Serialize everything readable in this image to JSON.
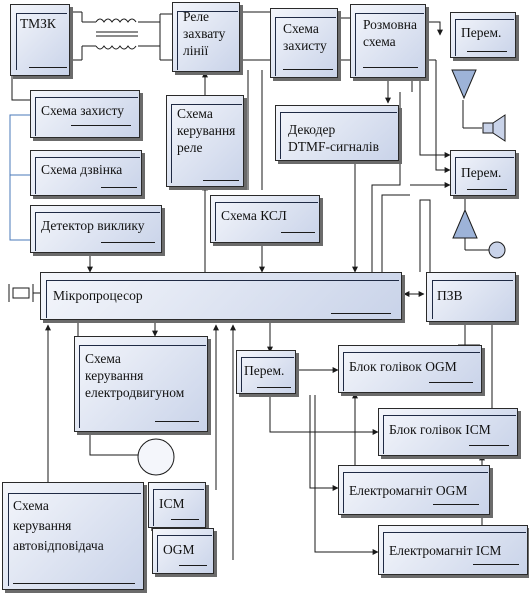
{
  "colors": {
    "line": "#1a1a1a",
    "accent": "#4a78b8",
    "block_light": "#f4f6fb",
    "block_dark": "#c9d3e9"
  },
  "blocks": {
    "tmzk": "ТМЗК",
    "rele": "Реле\nзахвату\nлінії",
    "skhema_zakhystu_top": "Схема\nзахисту",
    "rozmovna": "Розмовна\nсхема",
    "perem_top1": "Перем.",
    "skhema_zakhystu_left": "Схема захисту",
    "kerування_rele": "Схема\nкерування\nреле",
    "dekoder": "Декодер\nDTMF-сигналів",
    "perem_top2": "Перем.",
    "skhema_dzvinka": "Схема дзвінка",
    "skhema_ksl": "Схема КСЛ",
    "detektor": "Детектор виклику",
    "mikroprotsesor": "Мікропроцесор",
    "pzv": "ПЗВ",
    "keruvannia_dvyhun": "Схема\nкерування\nелектродвигуном",
    "perem_mid": "Перем.",
    "blok_ogm": "Блок голівок OGM",
    "blok_icm": "Блок голівок ICM",
    "elektromagnit_ogm": "Електромагніт OGM",
    "elektromagnit_icm": "Електромагніт ICM",
    "keruvannia_avto": "Схема\nкерування\nавтовідповідача",
    "icm": "ICM",
    "ogm": "OGM"
  }
}
